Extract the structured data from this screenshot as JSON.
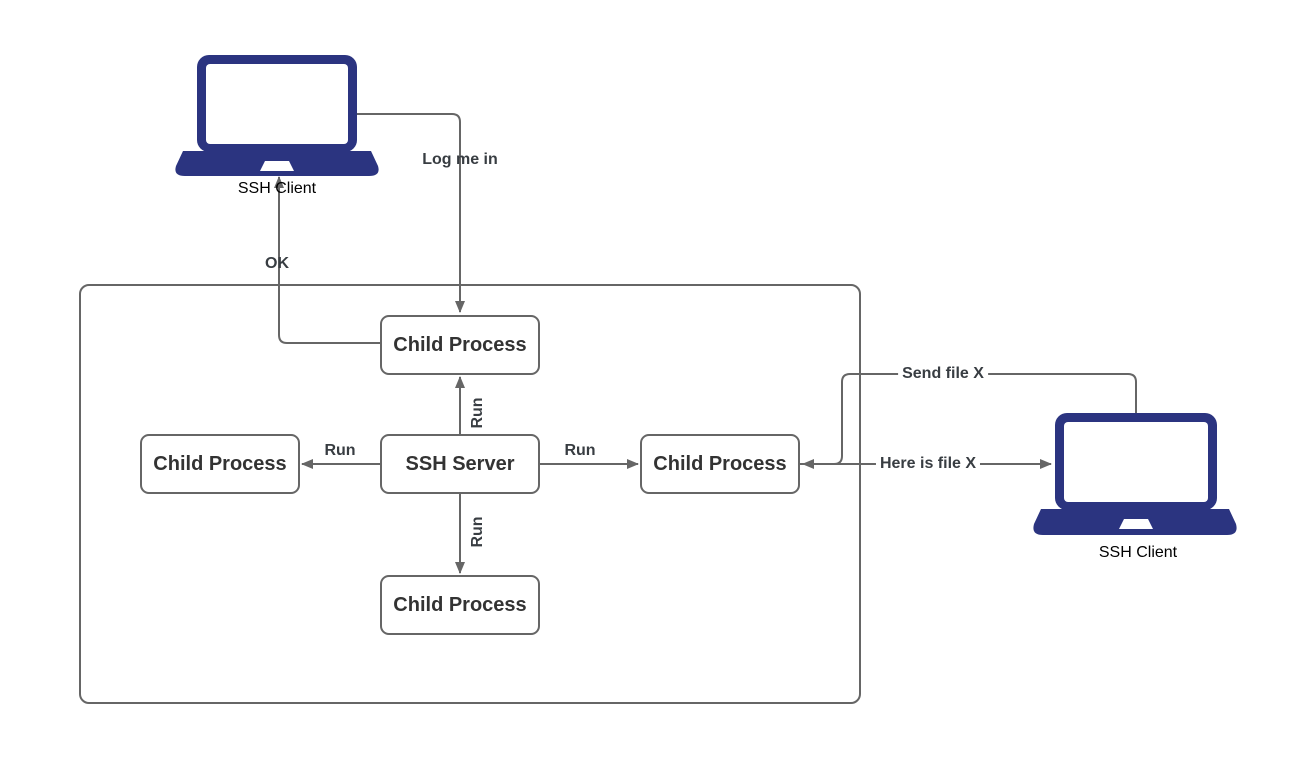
{
  "diagram": {
    "title": "SSH client-server process diagram",
    "colors": {
      "background": "#ffffff",
      "line": "#666666",
      "node_border": "#666666",
      "node_fill": "#ffffff",
      "node_text": "#333333",
      "edge_label_text": "#383d42",
      "laptop_blue": "#2b3480",
      "client_label_text": "#000000"
    },
    "nodes": {
      "child_top": {
        "label": "Child Process"
      },
      "child_left": {
        "label": "Child Process"
      },
      "child_right": {
        "label": "Child Process"
      },
      "child_bottom": {
        "label": "Child Process"
      },
      "server": {
        "label": "SSH Server"
      }
    },
    "clients": {
      "left": {
        "label": "SSH Client"
      },
      "right": {
        "label": "SSH Client"
      }
    },
    "edge_labels": {
      "log_me_in": "Log me in",
      "ok": "OK",
      "run_up": "Run",
      "run_down": "Run",
      "run_left": "Run",
      "run_right": "Run",
      "send_file": "Send file X",
      "here_is_file": "Here is file X"
    }
  }
}
